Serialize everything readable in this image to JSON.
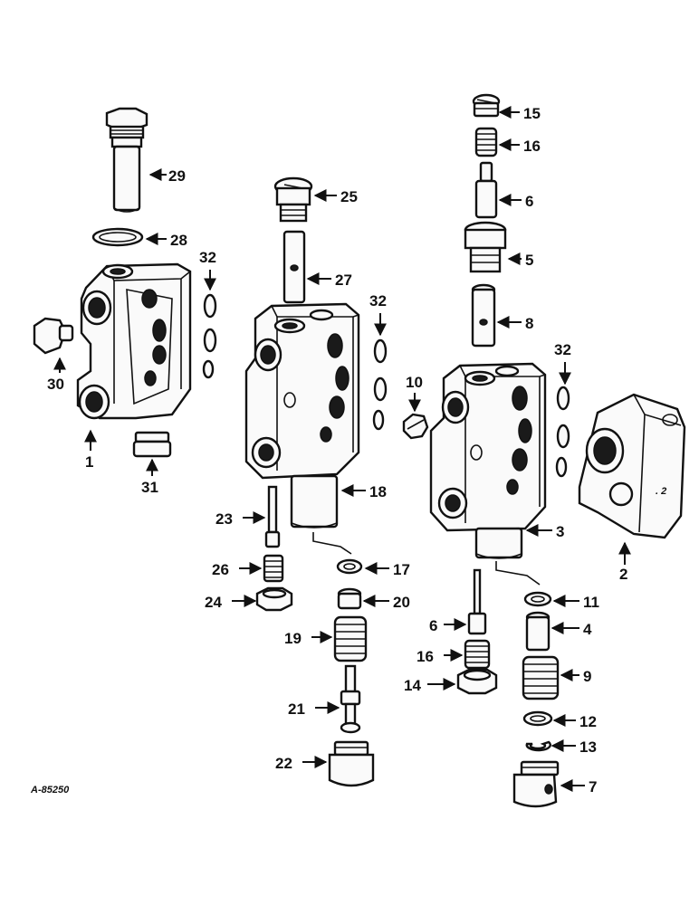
{
  "drawing_code": "A-85250",
  "callouts": {
    "c1": "1",
    "c2": "2",
    "c3": "3",
    "c4": "4",
    "c5": "5",
    "c6a": "6",
    "c6b": "6",
    "c7": "7",
    "c8": "8",
    "c9": "9",
    "c10": "10",
    "c11": "11",
    "c12": "12",
    "c13": "13",
    "c14": "14",
    "c15": "15",
    "c16a": "16",
    "c16b": "16",
    "c17": "17",
    "c18": "18",
    "c19": "19",
    "c20": "20",
    "c21": "21",
    "c22": "22",
    "c23": "23",
    "c24": "24",
    "c25": "25",
    "c26": "26",
    "c27": "27",
    "c28": "28",
    "c29": "29",
    "c30": "30",
    "c31": "31",
    "c32a": "32",
    "c32b": "32",
    "c32c": "32"
  },
  "cover_mark": ". 2"
}
